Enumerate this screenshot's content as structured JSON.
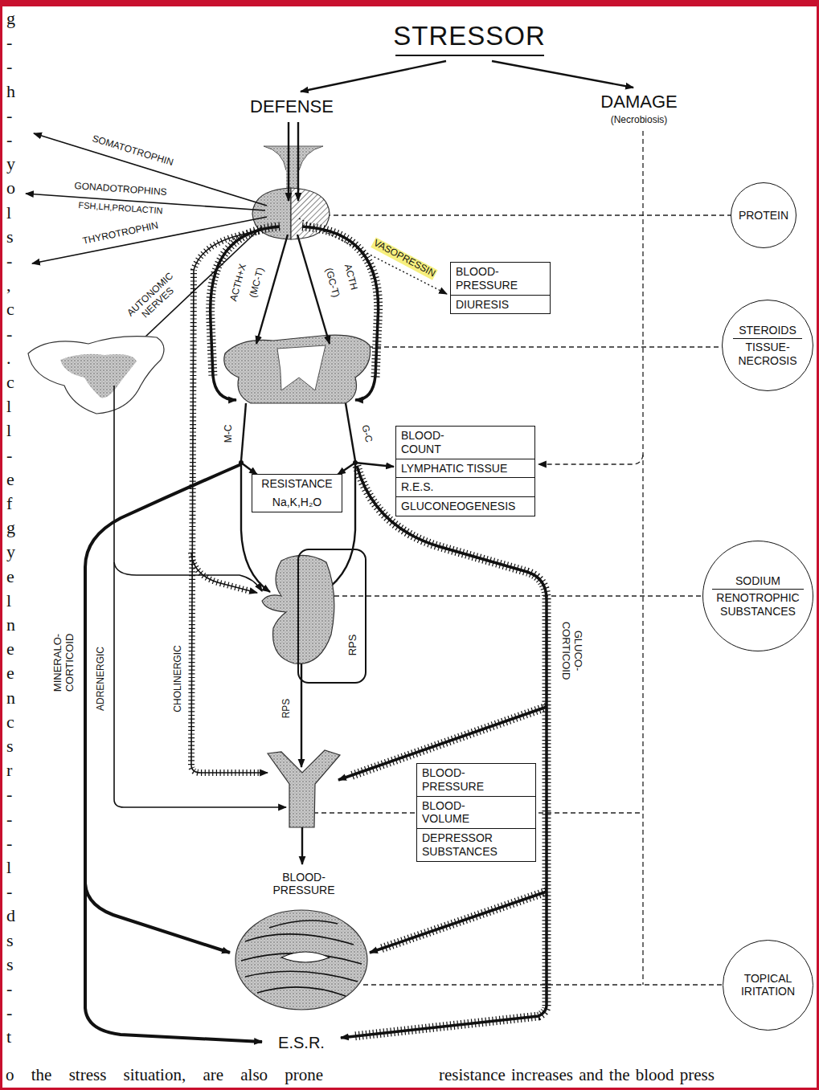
{
  "diagram": {
    "title": "STRESSOR",
    "nodes": [
      {
        "text": [
          "PROTEIN"
        ]
      },
      {
        "text": [
          "BLOOD- PRESSURE",
          "DIURESIS"
        ]
      },
      {
        "text": [
          "STEROIDS",
          "TISSUE- NECROSIS"
        ]
      },
      {
        "text": [
          "BLOOD- COUNT",
          "LYMPHATIC TISSUE",
          "R.E.S.",
          "GLUCONEOGENESIS"
        ]
      },
      {
        "text": [
          "RESISTANCE",
          "Na,K,H₂O"
        ]
      },
      {
        "text": [
          "RPS"
        ]
      },
      {
        "text": [
          "SODIUM",
          "RENOTROPHIC SUBSTANCES"
        ]
      },
      {
        "text": [
          "BLOOD- PRESSURE",
          "BLOOD- VOLUME",
          "DEPRESSOR SUBSTANCES"
        ]
      },
      {
        "text": [
          "TOPICAL IRITATION"
        ]
      }
    ],
    "labels": [
      "DEFENSE",
      "DAMAGE",
      "(Necrobiosis)",
      "SOMATOTROPHIN",
      "GONADOTROPHINS",
      "FSH,LH,PROLACTIN",
      "THYROTROPHIN",
      "AUTONOMIC NERVES",
      "VASOPRESSIN",
      "ACTH+X",
      "(MC-T)",
      "(GC-T)",
      "ACTH",
      "M-C",
      "G-C",
      "MINERALO- CORTICOID",
      "ADRENERGIC",
      "CHOLINERGIC",
      "RPS",
      "GLUCO- CORTICOID",
      "BLOOD- PRESSURE",
      "E.S.R.",
      "o the stress situation, are also prone",
      "resistance increases and the blood press",
      "g",
      "-",
      "-",
      "h",
      "-",
      "-",
      "y",
      "o",
      "l",
      "s",
      "-",
      ",",
      "c",
      "-",
      ".",
      "c",
      "l",
      "l",
      "-",
      "e",
      "f",
      "g",
      "y",
      "e",
      "l",
      "n",
      "e",
      "e",
      "n",
      "c",
      "s",
      "r",
      "-",
      "-",
      "-",
      "l",
      "-",
      "d",
      "s",
      "s",
      "-",
      "-",
      "t"
    ]
  }
}
